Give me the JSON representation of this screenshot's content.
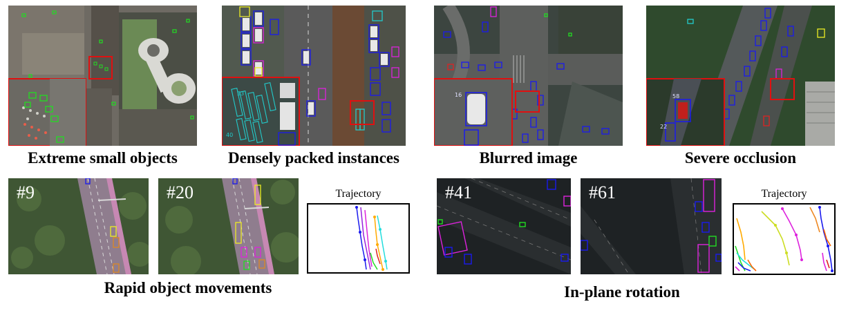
{
  "top_captions": {
    "small": "Extreme small objects",
    "dense": "Densely packed instances",
    "blur": "Blurred image",
    "occlusion": "Severe occlusion"
  },
  "bottom_captions": {
    "rapid": "Rapid object movements",
    "rotation": "In-plane rotation"
  },
  "frame_labels": {
    "f9": "#9",
    "f20": "#20",
    "f41": "#41",
    "f61": "#61"
  },
  "trajectory_title": "Trajectory",
  "inset_ids": {
    "dense_a": "53",
    "dense_b": "40",
    "blur_a": "16",
    "occ_a": "58",
    "occ_b": "22"
  },
  "colors": {
    "box_green": "#22dd22",
    "box_blue": "#1a1aee",
    "box_cyan": "#22cccc",
    "box_magenta": "#dd22dd",
    "box_yellow": "#eeee22",
    "box_orange": "#ee8822",
    "box_red": "#dd2222",
    "highlight_red": "#e01010"
  }
}
